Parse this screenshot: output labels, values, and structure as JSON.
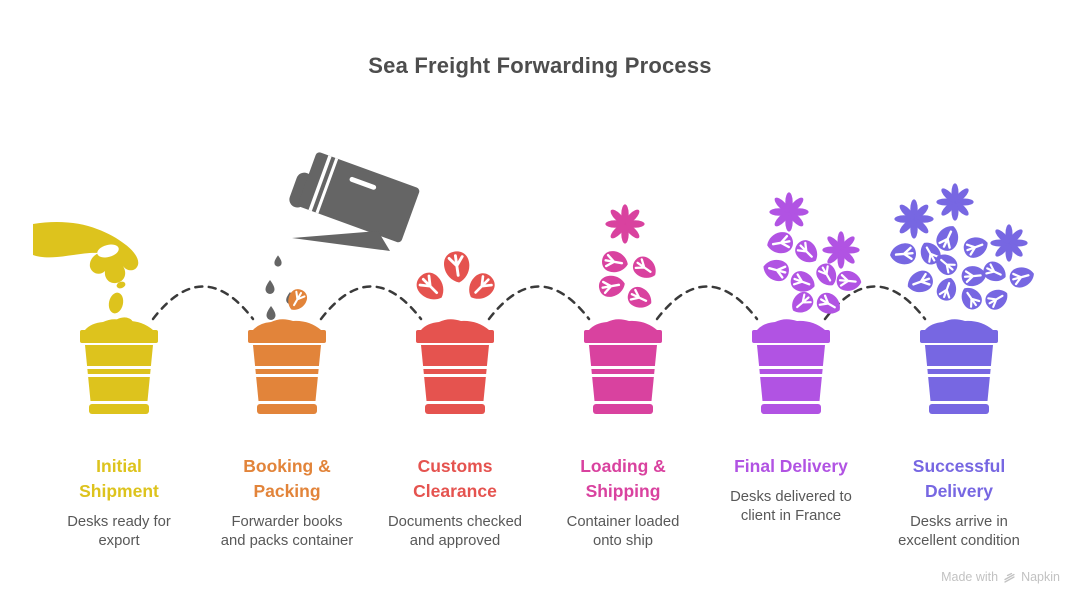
{
  "title": "Sea Freight Forwarding Process",
  "stages": [
    {
      "label": "Initial\nShipment",
      "description": "Desks ready for\nexport",
      "color": "#ddc31d"
    },
    {
      "label": "Booking &\nPacking",
      "description": "Forwarder books\nand packs container",
      "color": "#e2843a"
    },
    {
      "label": "Customs\nClearance",
      "description": "Documents checked\nand approved",
      "color": "#e5534f"
    },
    {
      "label": "Loading &\nShipping",
      "description": "Container loaded\nonto ship",
      "color": "#d9429f"
    },
    {
      "label": "Final Delivery",
      "description": "Desks delivered to\nclient in France",
      "color": "#b153e3"
    },
    {
      "label": "Successful\nDelivery",
      "description": "Desks arrive in\nexcellent condition",
      "color": "#7767e2"
    }
  ],
  "art": {
    "box_color": "#656565",
    "arc_color": "#3a3a3a"
  },
  "watermark": {
    "prefix": "Made with",
    "brand": "Napkin"
  }
}
